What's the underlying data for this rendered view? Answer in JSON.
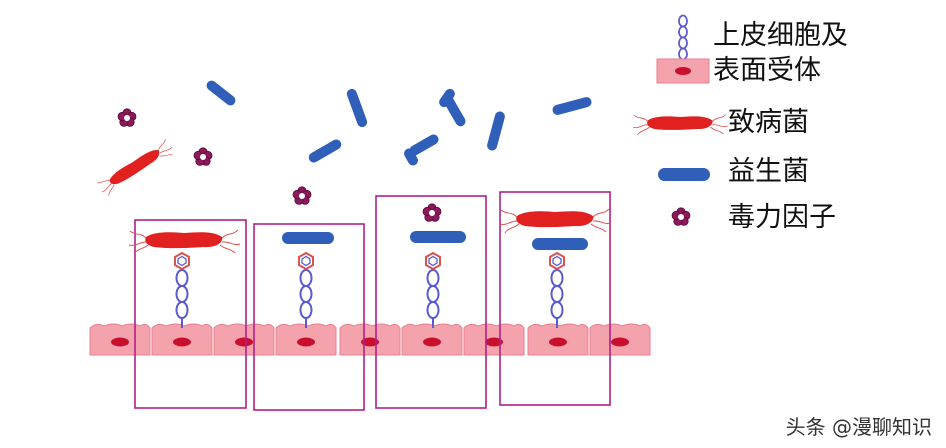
{
  "legend": {
    "receptor": "上皮细胞及",
    "receptor_line2": "表面受体",
    "pathogen": "致病菌",
    "probiotic": "益生菌",
    "toxin": "毒力因子"
  },
  "watermark": "头条 @漫聊知识",
  "colors": {
    "cell_fill": "#f4a3ad",
    "cell_stroke": "#e87f8e",
    "nucleus": "#c8102e",
    "pathogen": "#e0211f",
    "probiotic": "#2f5fb8",
    "toxin": "#8b1a5a",
    "box": "#b0208a",
    "receptor_top": "#d9534f",
    "receptor_chain": "#5a5ad0"
  }
}
